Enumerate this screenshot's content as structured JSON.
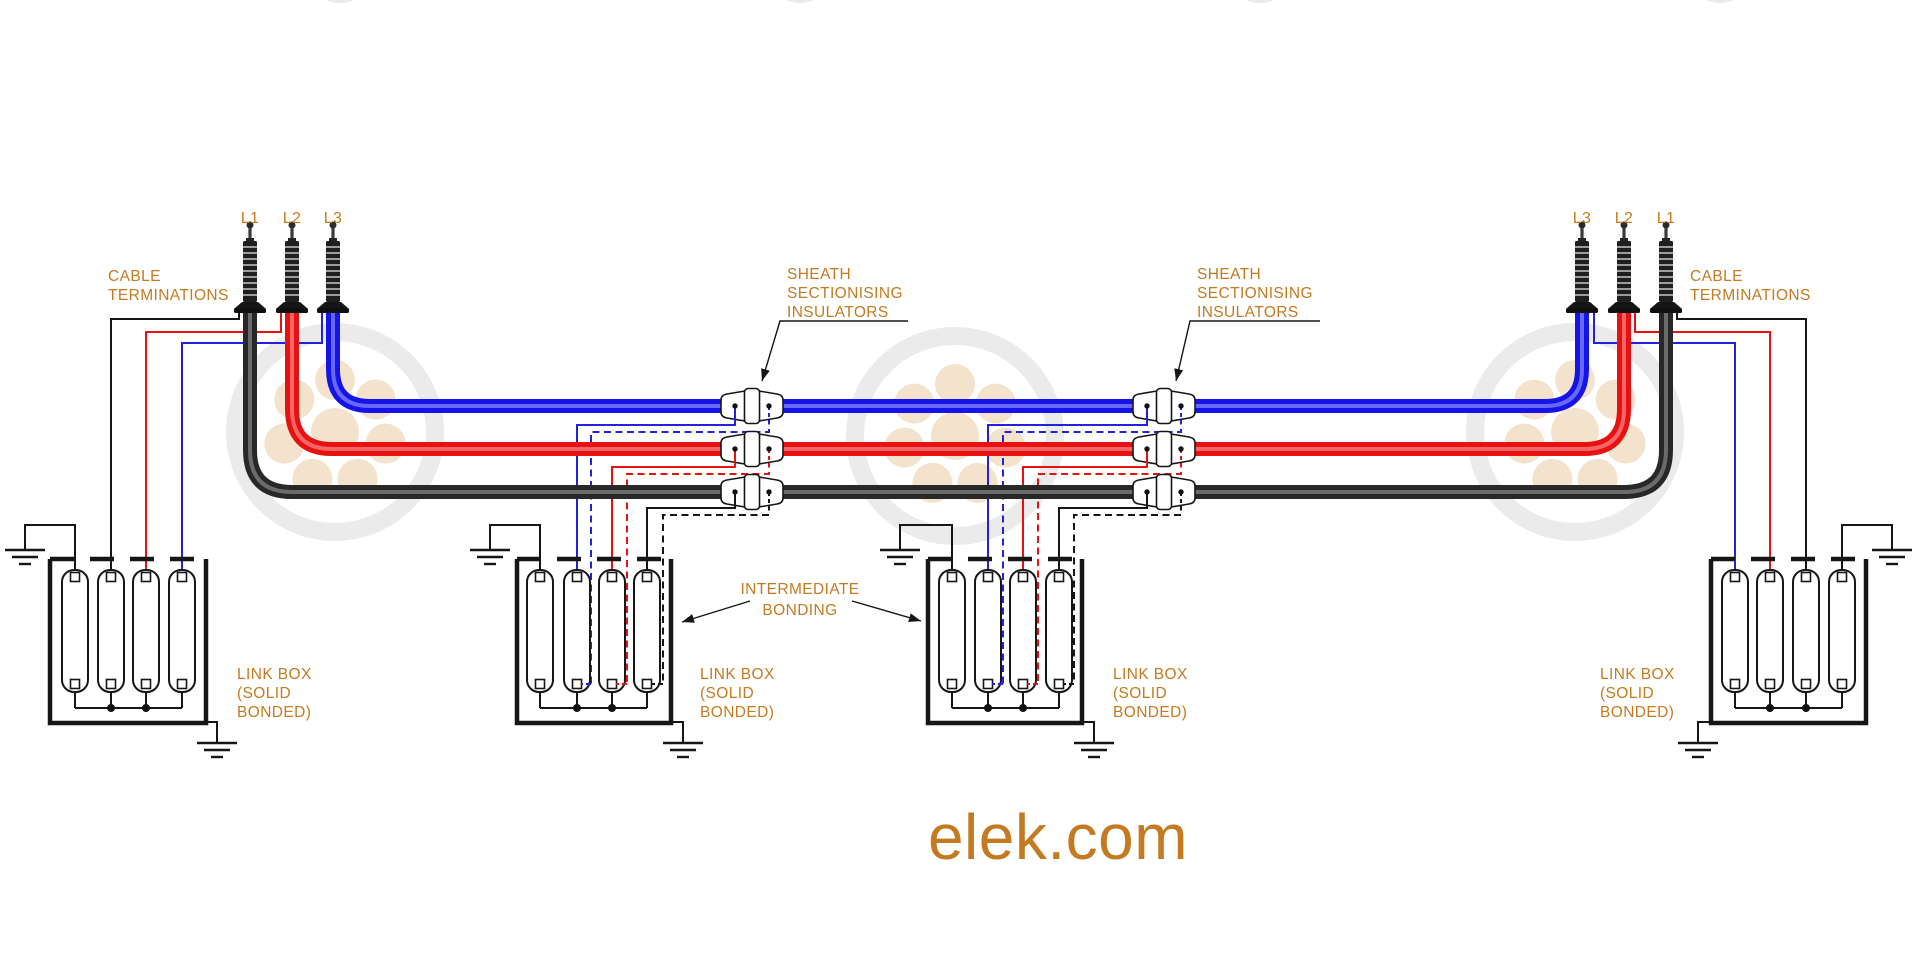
{
  "brand": {
    "website": "elek.com"
  },
  "colors": {
    "accent_text": "#c47a20",
    "phase_l1": "#282828",
    "phase_l2": "#e81111",
    "phase_l3": "#1414e8",
    "sheen_l1": "#8f8f8f",
    "sheen_l2": "#ff9595",
    "sheen_l3": "#9595ff",
    "wire_l1": "#161616",
    "wire_l2": "#e81111",
    "wire_l3": "#2222dd",
    "ground_wire": "#161616",
    "watermark_ring": "#ebebeb",
    "watermark_dots": "#f4e3cc"
  },
  "phases": {
    "left_order": [
      "L1",
      "L2",
      "L3"
    ],
    "right_order": [
      "L3",
      "L2",
      "L1"
    ]
  },
  "labels": {
    "cable_terminations_lines": [
      "CABLE",
      "TERMINATIONS"
    ],
    "sheath_insulators_lines": [
      "SHEATH",
      "SECTIONISING",
      "INSULATORS"
    ],
    "intermediate_bonding_lines": [
      "INTERMEDIATE",
      "BONDING"
    ],
    "link_box_lines": [
      "LINK BOX",
      "(SOLID",
      "BONDED)"
    ]
  },
  "icons": {
    "earth": "earth-ground-symbol",
    "termination": "cable-termination",
    "insulator": "sheath-sectionising-insulator",
    "link": "bonding-link",
    "watermark": "cable-cross-section-logo"
  },
  "counts": {
    "link_boxes": 4,
    "insulator_sets": 2,
    "terminations_per_side": 3
  }
}
